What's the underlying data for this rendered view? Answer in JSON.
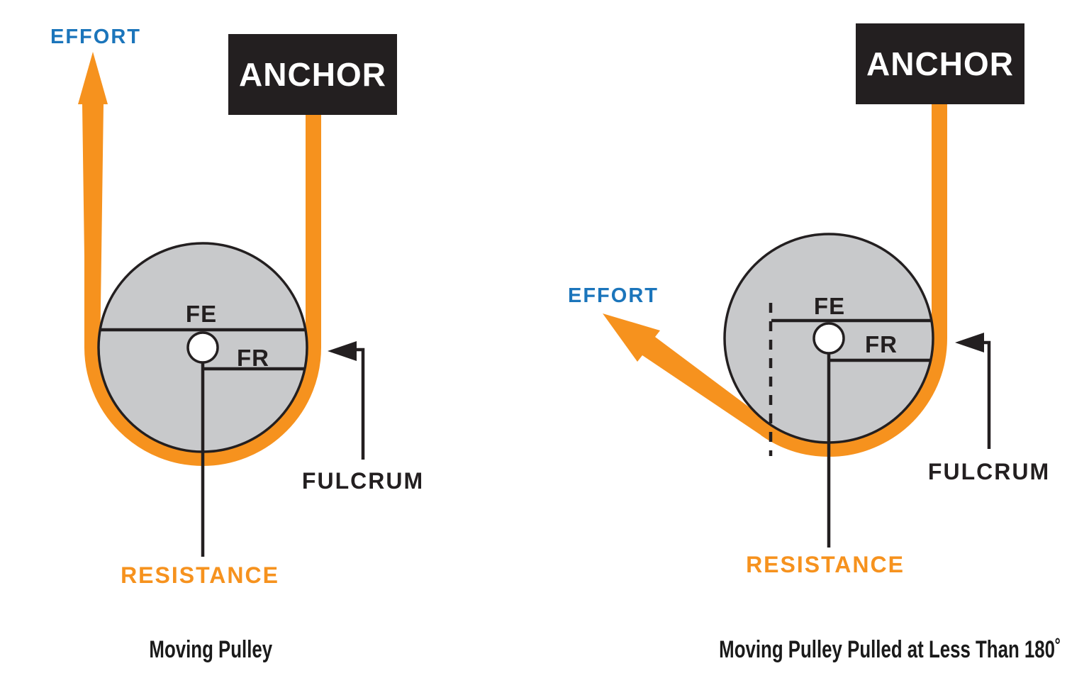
{
  "colors": {
    "rope_orange": "#F6921E",
    "effort_blue": "#1B75BB",
    "ink_black": "#231F20",
    "pulley_gray": "#C8C9CB",
    "background": "#FFFFFF"
  },
  "panels": {
    "left": {
      "effort": "EFFORT",
      "anchor": "ANCHOR",
      "fe": "FE",
      "fr": "FR",
      "fulcrum": "FULCRUM",
      "resistance": "RESISTANCE",
      "caption": "Moving Pulley"
    },
    "right": {
      "effort": "EFFORT",
      "anchor": "ANCHOR",
      "fe": "FE",
      "fr": "FR",
      "fulcrum": "FULCRUM",
      "resistance": "RESISTANCE",
      "caption": "Moving Pulley Pulled at Less Than 180˚"
    }
  }
}
